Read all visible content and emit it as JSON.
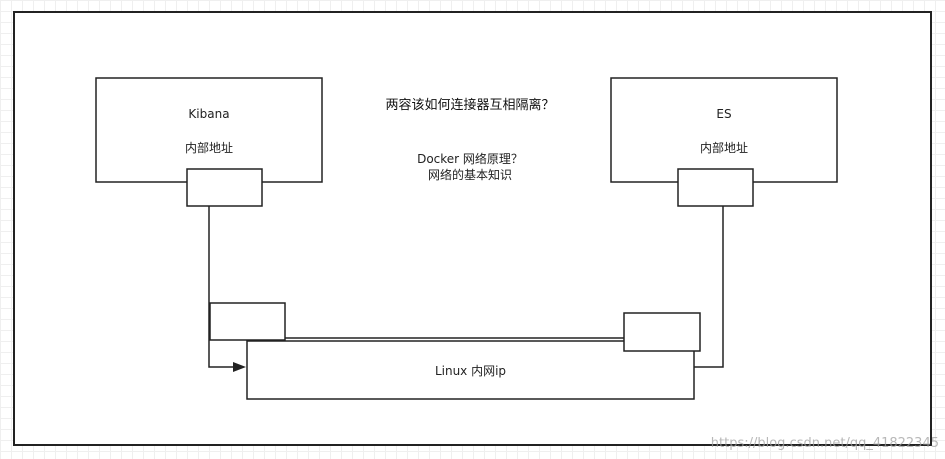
{
  "diagram": {
    "question_title": "两容该如何连接器互相隔离？",
    "note_line_1": "Docker 网络原理？",
    "note_line_2": "网络的基本知识"
  },
  "kibana": {
    "name": "Kibana",
    "address_label": "内部地址"
  },
  "es": {
    "name": "ES",
    "address_label": "内部地址"
  },
  "linux": {
    "label": "Linux 内网ip"
  },
  "watermark": "https://blog.csdn.net/qq_41822345"
}
